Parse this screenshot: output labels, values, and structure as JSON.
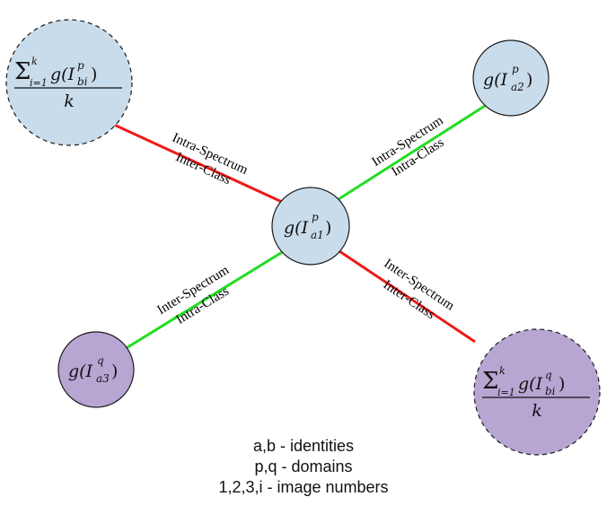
{
  "colors": {
    "blue_fill": "#c9dcec",
    "purple_fill": "#b7a6d2",
    "intra_spectrum_edge": "#ee1a1a",
    "inter_spectrum_edge": "#22dd22",
    "outline": "#1a1a1a"
  },
  "nodes": {
    "center": {
      "label": "g(I",
      "sup": "p",
      "sub": "a1",
      "close": ")"
    },
    "top_right": {
      "label": "g(I",
      "sup": "p",
      "sub": "a2",
      "close": ")"
    },
    "bottom_left": {
      "label": "g(I",
      "sup": "q",
      "sub": "a3",
      "close": ")"
    },
    "top_left": {
      "sum_sup": "k",
      "sum_sub": "i=1",
      "label": "g(I",
      "sup": "p",
      "sub": "bi",
      "close": ")",
      "denominator": "k"
    },
    "bottom_right": {
      "sum_sup": "k",
      "sum_sub": "i=1",
      "label": "g(I",
      "sup": "q",
      "sub": "bi",
      "close": ")",
      "denominator": "k"
    }
  },
  "edges": {
    "top_left": {
      "line1": "Intra-Spectrum",
      "line2": "Inter-Class"
    },
    "top_right": {
      "line1": "Intra-Spectrum",
      "line2": "Intra-Class"
    },
    "bottom_left": {
      "line1": "Inter-Spectrum",
      "line2": "Intra-Class"
    },
    "bottom_right": {
      "line1": "Inter-Spectrum",
      "line2": "Inter-Class"
    }
  },
  "legend": [
    "a,b - identities",
    "p,q - domains",
    "1,2,3,i - image numbers"
  ]
}
